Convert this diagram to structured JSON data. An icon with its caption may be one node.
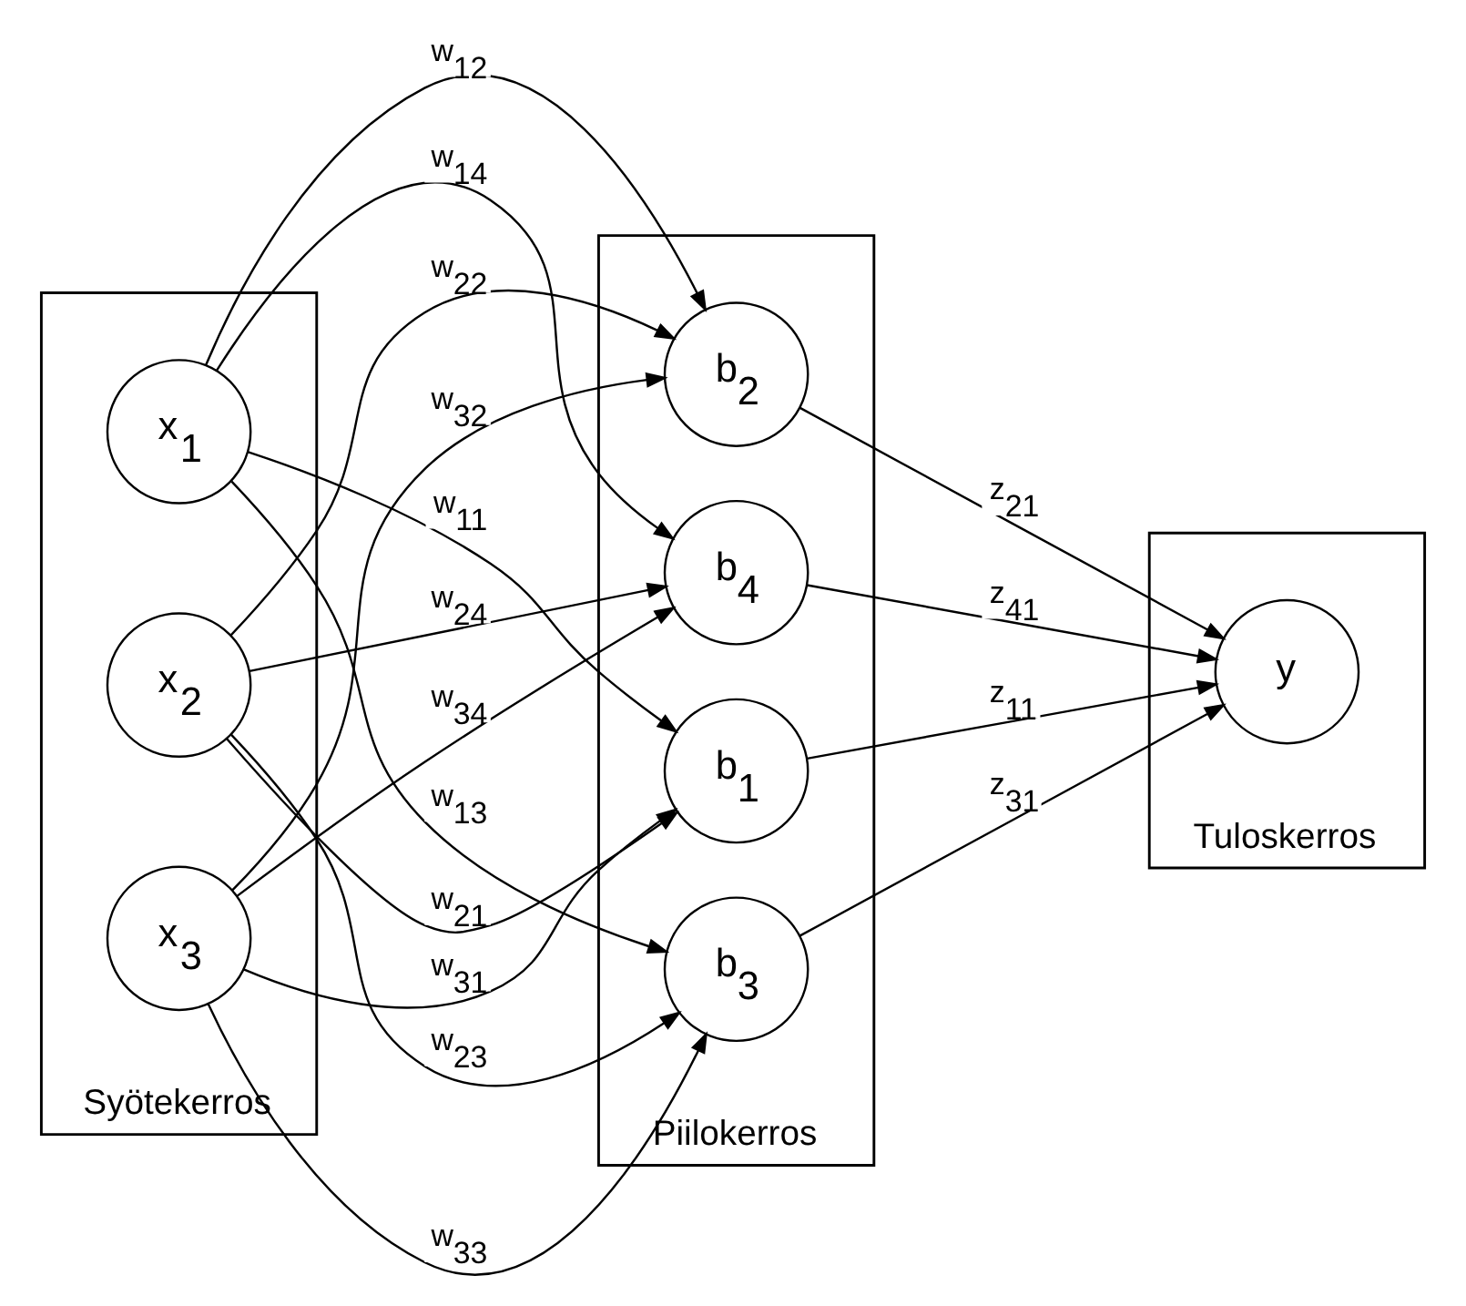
{
  "diagram": {
    "nodes": [
      {
        "text": [
          "Syötekerros"
        ]
      },
      {
        "text": [
          "x$_{1}$"
        ],
        "in": 0
      },
      {
        "text": [
          "x$_{2}$"
        ],
        "in": 0
      },
      {
        "text": [
          "x$_{3}$"
        ],
        "in": 0
      },
      {
        "text": [
          "Piilokerros"
        ]
      },
      {
        "text": [
          "b$_{1}$"
        ],
        "in": 4
      },
      {
        "text": [
          "b$_{2}$"
        ],
        "in": 4
      },
      {
        "text": [
          "b$_{3}$"
        ],
        "in": 4
      },
      {
        "text": [
          "b$_{4}$"
        ],
        "in": 4
      },
      {
        "text": [
          "Tuloskerros"
        ]
      },
      {
        "text": [
          "y"
        ],
        "in": 9
      }
    ],
    "edges": [
      {
        "from": 1,
        "to": 5,
        "arrow": "to",
        "label": "w$_{11}$"
      },
      {
        "from": 2,
        "to": 5,
        "arrow": "to",
        "label": "w$_{21}$"
      },
      {
        "from": 3,
        "to": 5,
        "arrow": "to",
        "label": "w$_{31}$"
      },
      {
        "from": 1,
        "to": 6,
        "arrow": "to",
        "label": "w$_{12}$"
      },
      {
        "from": 2,
        "to": 6,
        "arrow": "to",
        "label": "w$_{22}$"
      },
      {
        "from": 3,
        "to": 6,
        "arrow": "to",
        "label": "w$_{32}$"
      },
      {
        "from": 1,
        "to": 7,
        "arrow": "to",
        "label": "w$_{13}$"
      },
      {
        "from": 2,
        "to": 7,
        "arrow": "to",
        "label": "w$_{23}$"
      },
      {
        "from": 3,
        "to": 7,
        "arrow": "to",
        "label": "w$_{33}$"
      },
      {
        "from": 1,
        "to": 8,
        "arrow": "to",
        "label": "w$_{14}$"
      },
      {
        "from": 2,
        "to": 8,
        "arrow": "to",
        "label": "w$_{24}$"
      },
      {
        "from": 3,
        "to": 8,
        "arrow": "to",
        "label": "w$_{34}$"
      },
      {
        "from": 5,
        "to": 10,
        "arrow": "to",
        "label": "z$_{11}$"
      },
      {
        "from": 6,
        "to": 10,
        "arrow": "to",
        "label": "z$_{21}$"
      },
      {
        "from": 7,
        "to": 10,
        "arrow": "to",
        "label": "z$_{31}$"
      },
      {
        "from": 8,
        "to": 10,
        "arrow": "to",
        "label": "z$_{41}$"
      }
    ]
  }
}
